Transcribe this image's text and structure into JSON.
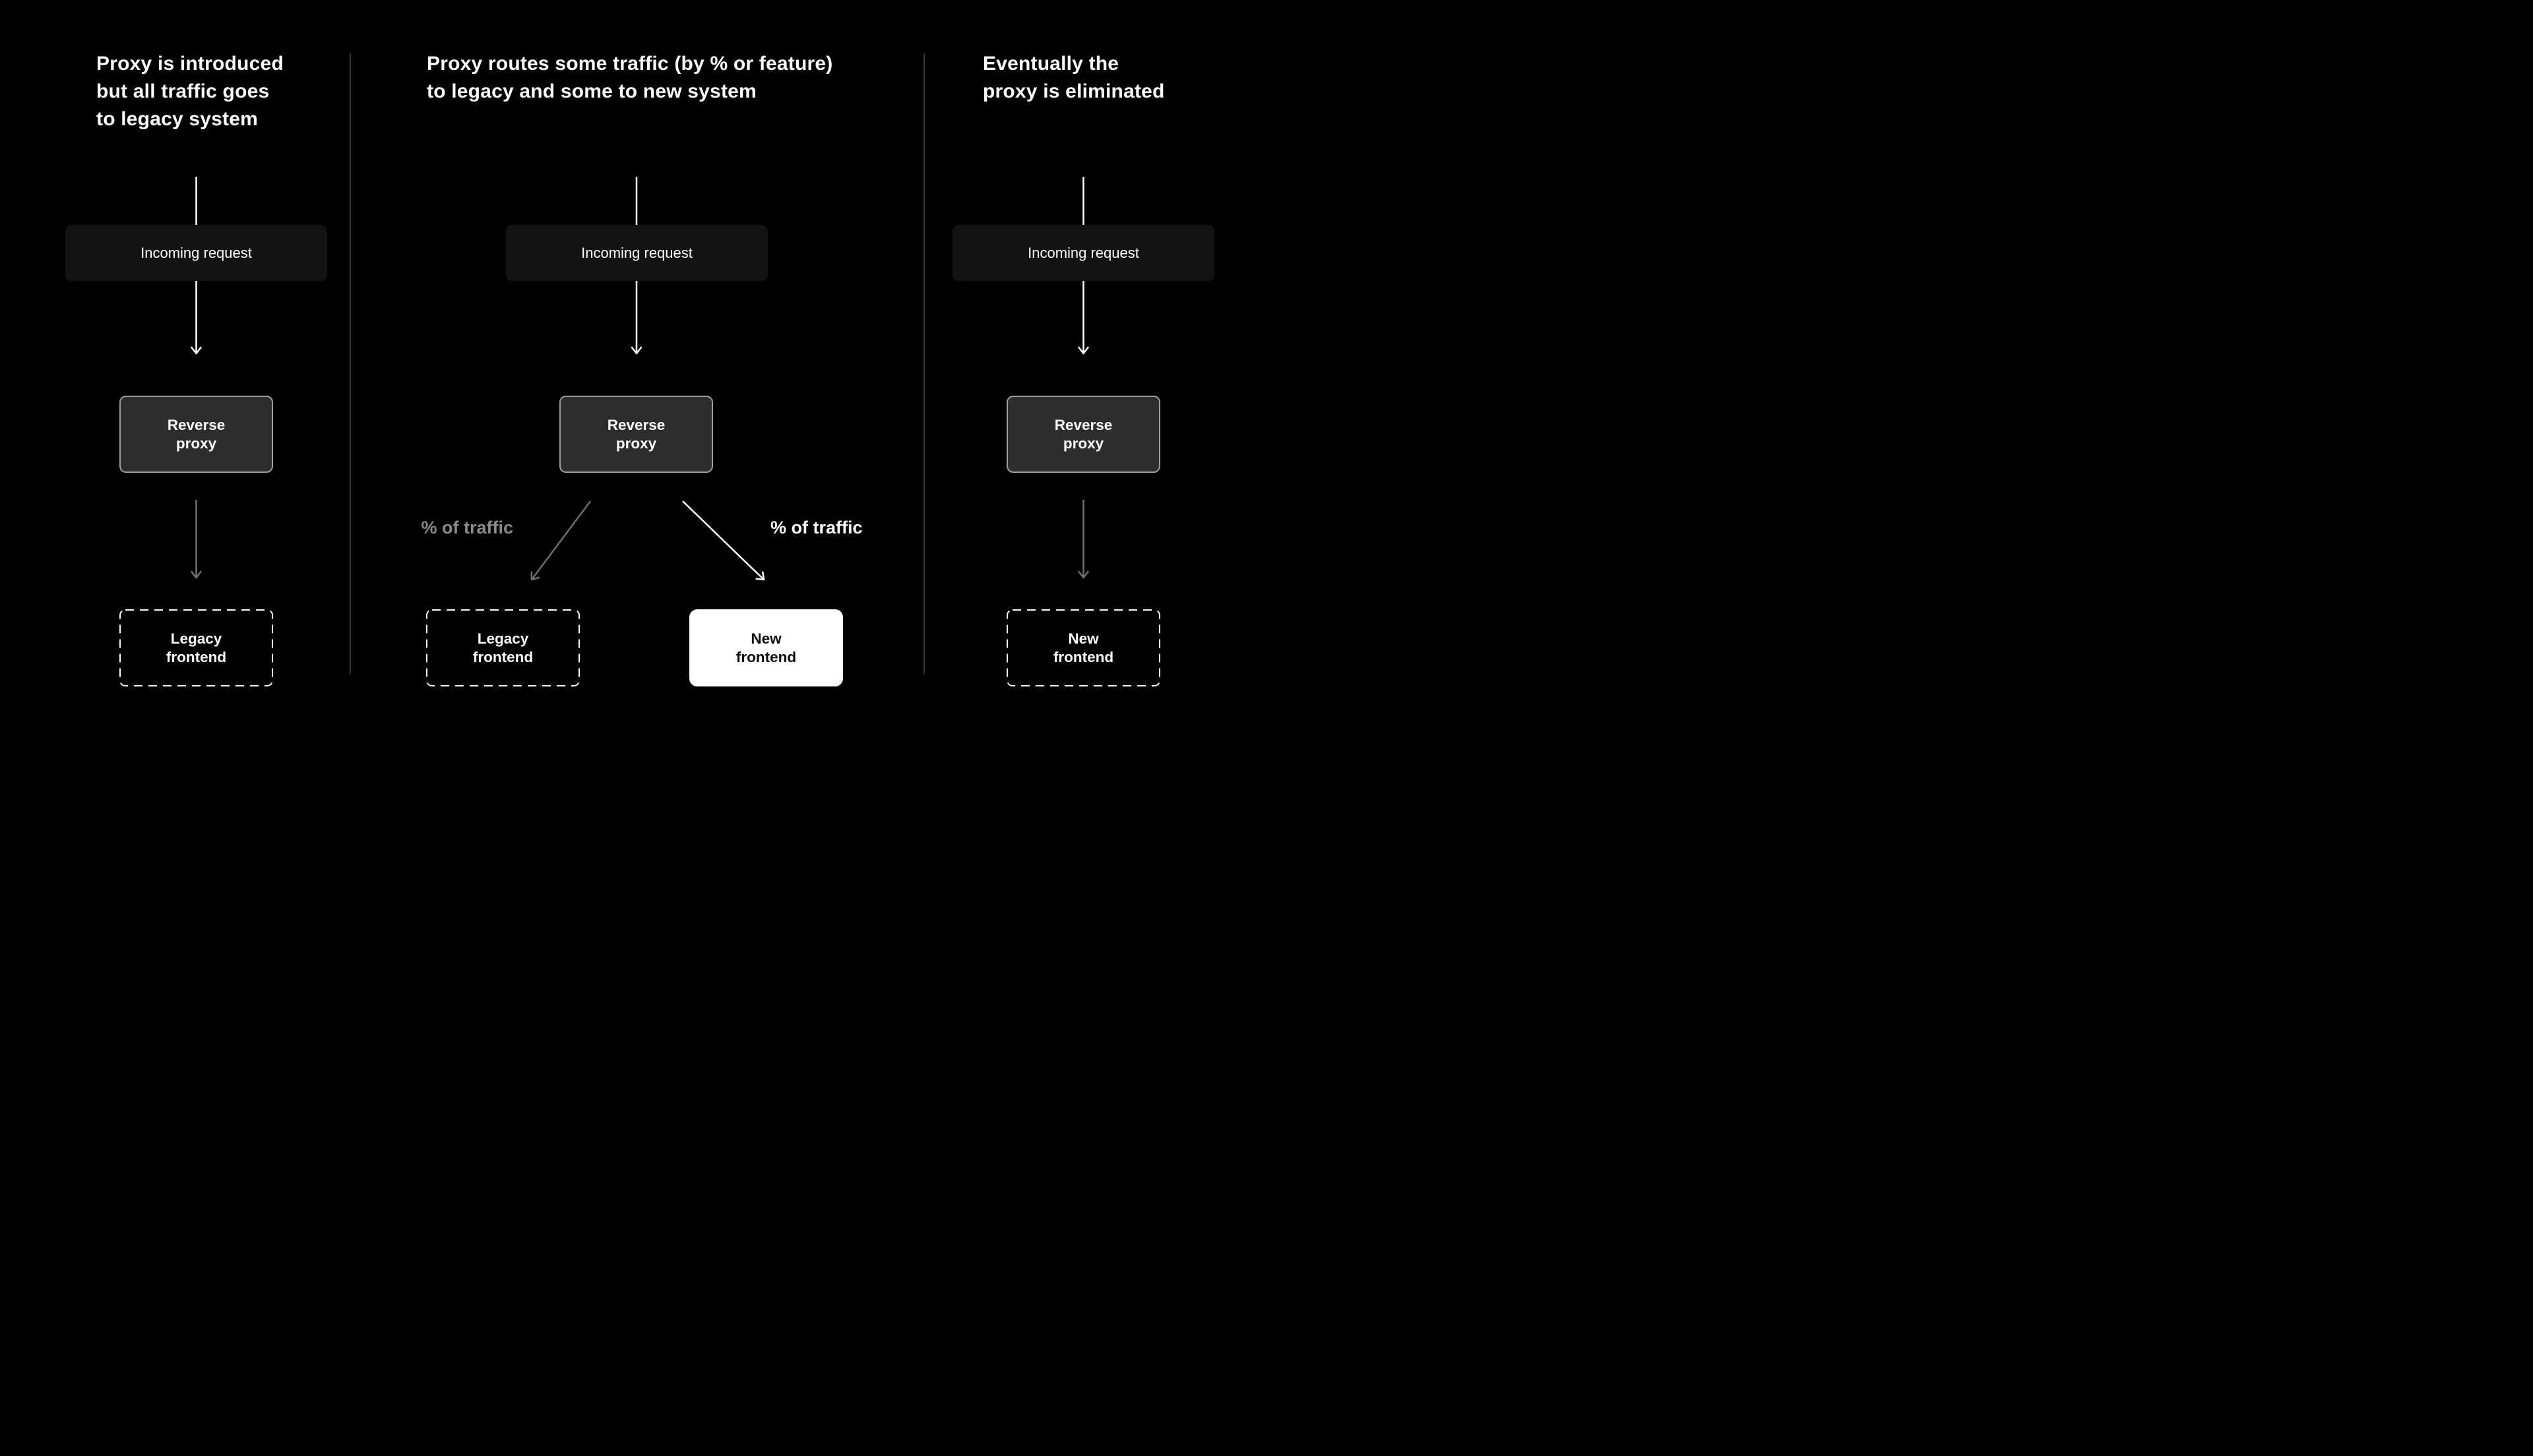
{
  "colors": {
    "background": "#000000",
    "divider": "#393939",
    "arrow_white": "#ffffff",
    "arrow_gray": "#6f6f6f",
    "branch_label_gray": "#8a8a8a",
    "incoming_box_fill": "#131313",
    "proxy_box_fill": "#2d2d2d",
    "proxy_box_border": "#9e9e9e",
    "dashed_box_border": "#ffffff",
    "new_frontend_solid_fill": "#ffffff",
    "new_frontend_solid_text": "#0c0c0c"
  },
  "panels": [
    {
      "title": "Proxy is introduced\nbut all traffic goes\nto legacy system",
      "incoming_label": "Incoming request",
      "proxy_label": "Reverse\nproxy",
      "bottom_label": "Legacy\nfrontend"
    },
    {
      "title": "Proxy routes some traffic (by % or feature)\nto legacy and some to new system",
      "incoming_label": "Incoming request",
      "proxy_label": "Reverse\nproxy",
      "left_branch_label": "% of traffic",
      "right_branch_label": "% of traffic",
      "legacy_label": "Legacy\nfrontend",
      "new_label": "New\nfrontend"
    },
    {
      "title": "Eventually the\nproxy is eliminated",
      "incoming_label": "Incoming request",
      "proxy_label": "Reverse\nproxy",
      "bottom_label": "New\nfrontend"
    }
  ]
}
